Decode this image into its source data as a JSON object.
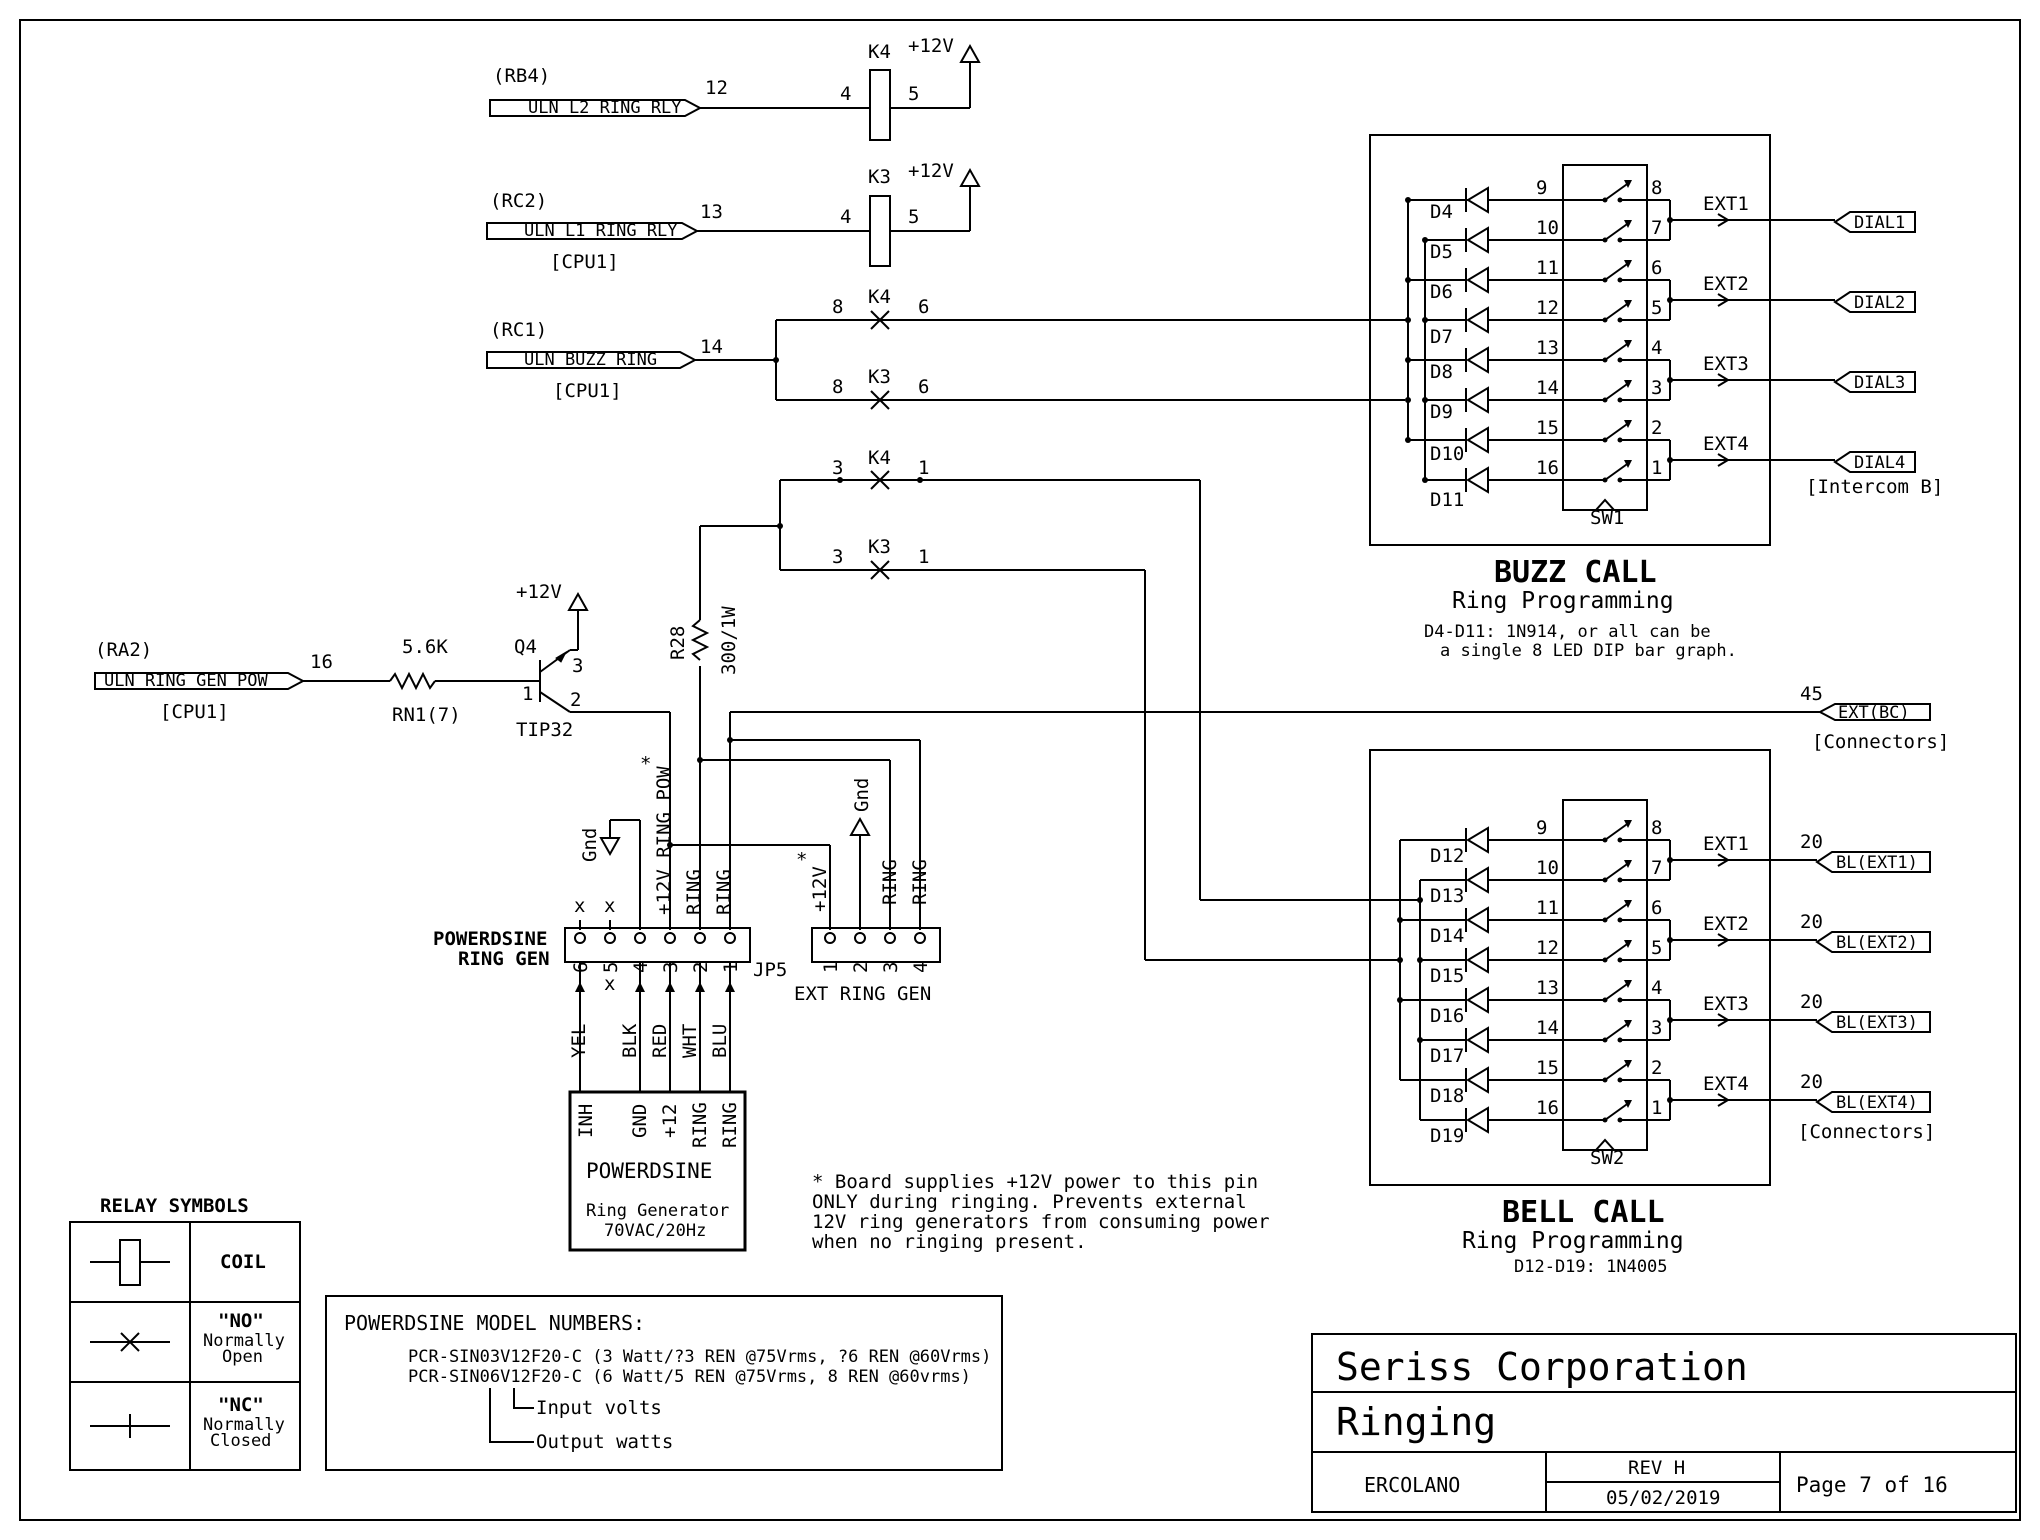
{
  "title_block": {
    "company": "Seriss Corporation",
    "sheet_title": "Ringing",
    "author": "ERCOLANO",
    "rev": "REV H",
    "date": "05/02/2019",
    "page": "Page 7 of 16"
  },
  "inputs": {
    "rb4": {
      "port": "(RB4)",
      "label": "ULN L2 RING RLY",
      "pin": "12"
    },
    "rc2": {
      "port": "(RC2)",
      "label": "ULN L1 RING RLY",
      "pin": "13",
      "ref": "[CPU1]"
    },
    "rc1": {
      "port": "(RC1)",
      "label": "ULN BUZZ RING",
      "pin": "14",
      "ref": "[CPU1]"
    },
    "ra2": {
      "port": "(RA2)",
      "label": "ULN RING GEN POW",
      "pin": "16",
      "ref": "[CPU1]"
    }
  },
  "relays": {
    "k4": "K4",
    "k3": "K3",
    "v12": "+12V",
    "pin4": "4",
    "pin5": "5",
    "pin8": "8",
    "pin6": "6",
    "pin3": "3",
    "pin1": "1"
  },
  "transistor": {
    "res_value": "5.6K",
    "res_name": "RN1(7)",
    "q": "Q4",
    "part": "TIP32",
    "p1": "1",
    "p2": "2",
    "p3": "3",
    "v12": "+12V"
  },
  "r28": {
    "name": "R28",
    "value": "300/1W"
  },
  "buzz": {
    "title": "BUZZ CALL",
    "subtitle": "Ring Programming",
    "note1": "D4-D11: 1N914, or all can be",
    "note2": "a single 8 LED DIP bar graph.",
    "switch": "SW1",
    "diodes": [
      "D4",
      "D5",
      "D6",
      "D7",
      "D8",
      "D9",
      "D10",
      "D11"
    ],
    "sw_left": [
      "9",
      "10",
      "11",
      "12",
      "13",
      "14",
      "15",
      "16"
    ],
    "sw_right": [
      "8",
      "7",
      "6",
      "5",
      "4",
      "3",
      "2",
      "1"
    ],
    "ext": [
      "EXT1",
      "EXT2",
      "EXT3",
      "EXT4"
    ],
    "outputs": [
      "DIAL1",
      "DIAL2",
      "DIAL3",
      "DIAL4"
    ],
    "out_ref": "[Intercom B]"
  },
  "bell": {
    "title": "BELL CALL",
    "subtitle": "Ring Programming",
    "note": "D12-D19: 1N4005",
    "switch": "SW2",
    "diodes": [
      "D12",
      "D13",
      "D14",
      "D15",
      "D16",
      "D17",
      "D18",
      "D19"
    ],
    "ext": [
      "EXT1",
      "EXT2",
      "EXT3",
      "EXT4"
    ],
    "pin": "20",
    "outputs": [
      "BL(EXT1)",
      "BL(EXT2)",
      "BL(EXT3)",
      "BL(EXT4)"
    ],
    "out_ref": "[Connectors]"
  },
  "ext_bc": {
    "pin": "45",
    "label": "EXT(BC)",
    "ref": "[Connectors]"
  },
  "jp5": {
    "name": "JP5",
    "title1": "POWERDSINE",
    "title2": "RING GEN",
    "pins": [
      "6",
      "5",
      "4",
      "3",
      "2",
      "1"
    ],
    "x": "x",
    "labels": [
      "Gnd",
      "+12V RING POW",
      "RING",
      "RING"
    ],
    "star": "*",
    "wires": [
      "YEL",
      "BLK",
      "RED",
      "WHT",
      "BLU"
    ]
  },
  "ext_ring_gen": {
    "title": "EXT RING GEN",
    "pins": [
      "1",
      "2",
      "3",
      "4"
    ],
    "labels": [
      "+12V",
      "Gnd",
      "RING",
      "RING"
    ],
    "star": "*"
  },
  "powerdsine_module": {
    "pins": [
      "INH",
      "GND",
      "+12",
      "RING",
      "RING"
    ],
    "name": "POWERDSINE",
    "desc1": "Ring Generator",
    "desc2": "70VAC/20Hz"
  },
  "footnote": [
    "* Board supplies +12V power to this pin",
    "  ONLY during ringing. Prevents external",
    "  12V ring generators from consuming power",
    "  when no ringing present."
  ],
  "relay_symbols": {
    "title": "RELAY SYMBOLS",
    "coil": "COIL",
    "no": "\"NO\"",
    "no1": "Normally",
    "no2": "Open",
    "nc": "\"NC\"",
    "nc1": "Normally",
    "nc2": "Closed"
  },
  "model_numbers": {
    "title": "POWERDSINE MODEL NUMBERS:",
    "line1": "PCR-SIN03V12F20-C (3 Watt/?3 REN @75Vrms, ?6 REN @60Vrms)",
    "line2": "PCR-SIN06V12F20-C (6 Watt/5 REN @75Vrms, 8 REN @60vrms)",
    "input": "Input volts",
    "output": "Output watts"
  }
}
